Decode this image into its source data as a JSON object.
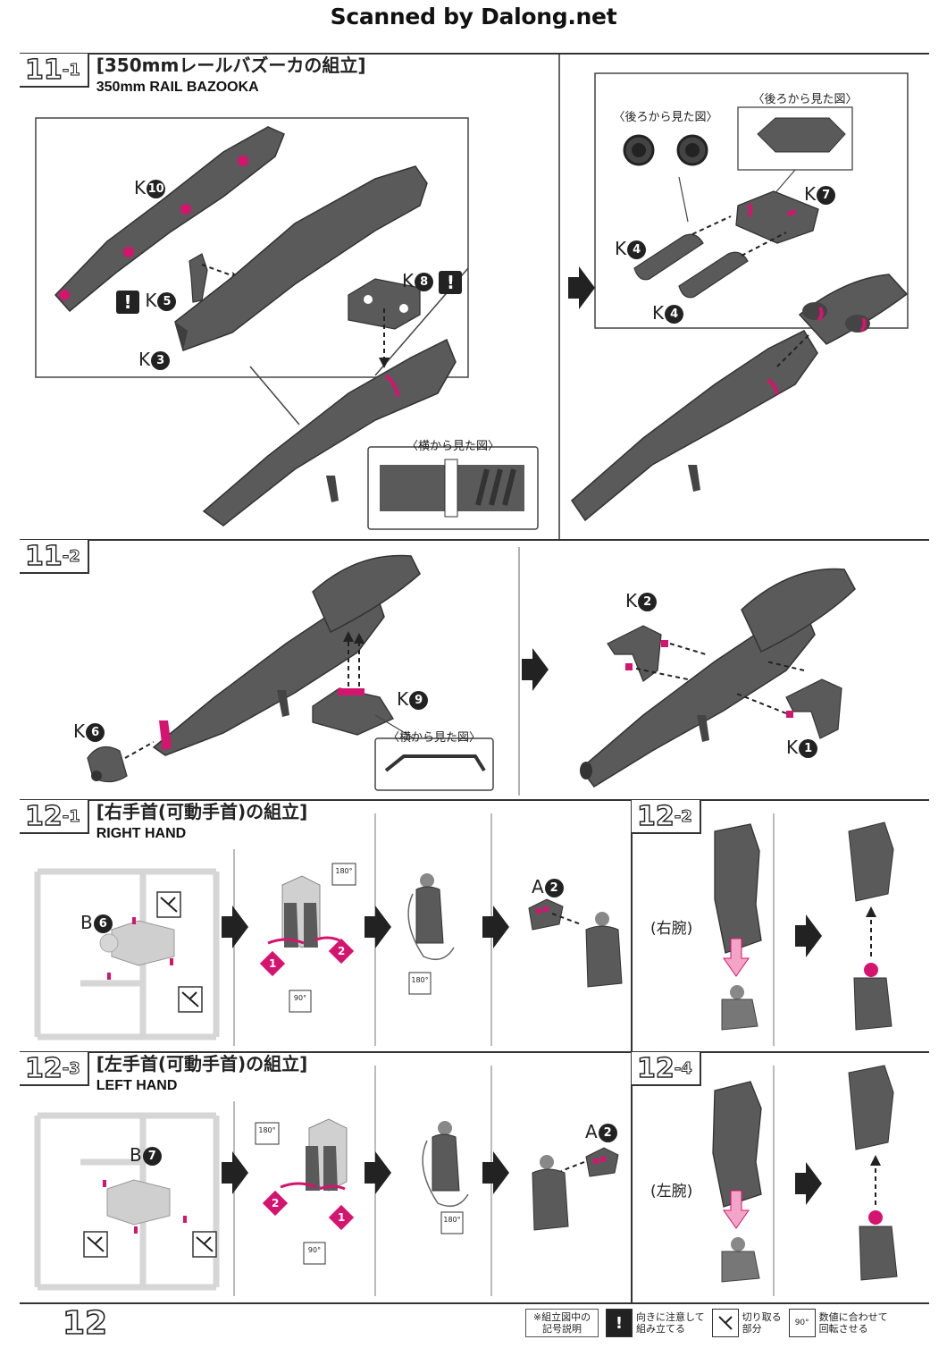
{
  "watermark": "Scanned by Dalong.net",
  "page_number": "12",
  "steps": {
    "s11_1": {
      "num": "11",
      "sub": "-1",
      "jp": "[350mmレールバズーカの組立]",
      "en": "350mm RAIL BAZOOKA"
    },
    "s11_2": {
      "num": "11",
      "sub": "-2"
    },
    "s12_1": {
      "num": "12",
      "sub": "-1",
      "jp": "[右手首(可動手首)の組立]",
      "en": "RIGHT HAND"
    },
    "s12_2": {
      "num": "12",
      "sub": "-2"
    },
    "s12_3": {
      "num": "12",
      "sub": "-3",
      "jp": "[左手首(可動手首)の組立]",
      "en": "LEFT HAND"
    },
    "s12_4": {
      "num": "12",
      "sub": "-4"
    }
  },
  "parts": {
    "k10": {
      "letter": "K",
      "num": "10"
    },
    "k5": {
      "letter": "K",
      "num": "5"
    },
    "k3": {
      "letter": "K",
      "num": "3"
    },
    "k8": {
      "letter": "K",
      "num": "8"
    },
    "k7": {
      "letter": "K",
      "num": "7"
    },
    "k4a": {
      "letter": "K",
      "num": "4"
    },
    "k4b": {
      "letter": "K",
      "num": "4"
    },
    "k6": {
      "letter": "K",
      "num": "6"
    },
    "k9": {
      "letter": "K",
      "num": "9"
    },
    "k2": {
      "letter": "K",
      "num": "2"
    },
    "k1": {
      "letter": "K",
      "num": "1"
    },
    "b6": {
      "letter": "B",
      "num": "6"
    },
    "a2a": {
      "letter": "A",
      "num": "2"
    },
    "b7": {
      "letter": "B",
      "num": "7"
    },
    "a2b": {
      "letter": "A",
      "num": "2"
    }
  },
  "callouts": {
    "side_view": "〈横から見た図〉",
    "rear_view": "〈後ろから見た図〉"
  },
  "arm_labels": {
    "right_arm": "(右腕)",
    "left_arm": "(左腕)"
  },
  "rotation": {
    "r180": "180°",
    "r90": "90°"
  },
  "order_marks": {
    "first": "1",
    "second": "2"
  },
  "legend": {
    "title_line1": "※組立図中の",
    "title_line2": "記号説明",
    "warn_line1": "向きに注意して",
    "warn_line2": "組み立てる",
    "warn_mark": "!",
    "cut_line1": "切り取る",
    "cut_line2": "部分",
    "rot_value": "90°",
    "rot_line1": "数値に合わせて",
    "rot_line2": "回転させる"
  },
  "colors": {
    "accent_magenta": "#d4146f",
    "part_gray": "#5a5a5a",
    "part_dark": "#3e3e3e",
    "runner_gray": "#d6d6d6"
  }
}
